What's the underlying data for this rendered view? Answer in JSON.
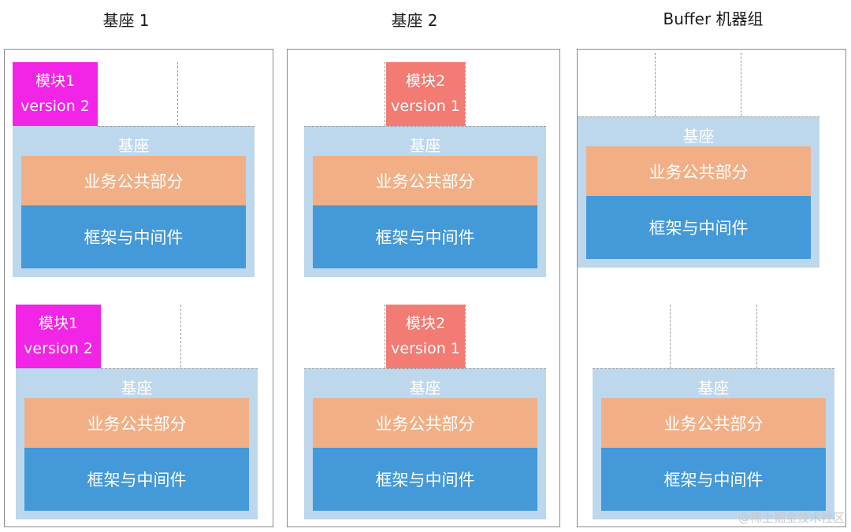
{
  "columns": [
    {
      "title": "基座 1"
    },
    {
      "title": "基座 2"
    },
    {
      "title": "Buffer 机器组"
    }
  ],
  "labels": {
    "base": "基座",
    "business": "业务公共部分",
    "framework": "框架与中间件"
  },
  "modules": {
    "m1": {
      "name": "模块1",
      "version": "version 2"
    },
    "m2": {
      "name": "模块2",
      "version": "version 1"
    }
  },
  "colors": {
    "module1": "#f224e6",
    "module2": "#f27b73",
    "base": "#bdd7ec",
    "business": "#f2af85",
    "framework": "#4499d8"
  },
  "watermark": "@稀土掘金技术社区"
}
